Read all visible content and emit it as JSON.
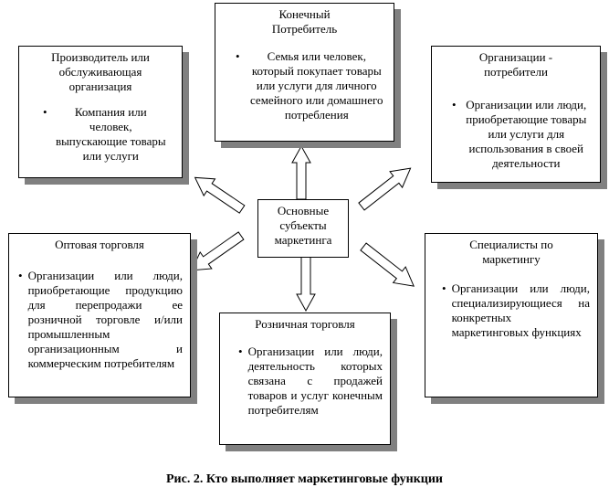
{
  "diagram": {
    "center": {
      "label": "Основные субъекты маркетинга"
    },
    "nodes": [
      {
        "id": "producer",
        "title": "Производитель или обслуживающая организация",
        "bullet": "Компания или человек, выпускающие товары или услуги"
      },
      {
        "id": "consumer",
        "title": "Конечный Потребитель",
        "bullet": "Семья или человек, который покупает товары или услуги для личного семейного или домашнего потребления"
      },
      {
        "id": "org_consumers",
        "title": "Организации - потребители",
        "bullet": "Организации или люди, приобретающие товары или услуги для использования в своей деятельности"
      },
      {
        "id": "wholesale",
        "title": "Оптовая торговля",
        "bullet": "Организации или люди, приобретающие продукцию для перепродажи ее розничной торговле и/или промышленным организационным и коммерческим потребителям"
      },
      {
        "id": "specialists",
        "title": "Специалисты по маркетингу",
        "bullet": "Организации или люди, специализирующиеся на конкретных маркетинговых функциях"
      },
      {
        "id": "retail",
        "title": "Розничная торговля",
        "bullet": "Организации или люди, деятельность которых связана с продажей товаров и услуг конечным потребителям"
      }
    ],
    "caption": "Рис. 2. Кто выполняет маркетинговые функции",
    "colors": {
      "border": "#000000",
      "shadow": "#808080",
      "background": "#ffffff"
    },
    "bullet_symbol": "•"
  }
}
